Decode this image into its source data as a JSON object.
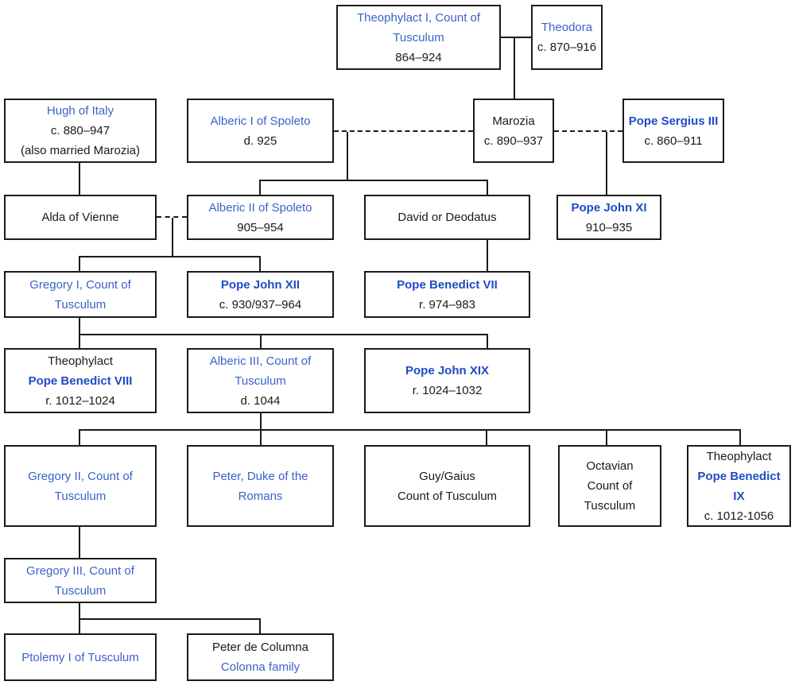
{
  "diagram": {
    "type": "family-tree",
    "subject": "Theophylact family, Counts of Tusculum",
    "colors": {
      "link_blue": "#3a62c8",
      "bold_pope_blue": "#1f4bc4",
      "line_black": "#1a1a1a",
      "background": "#ffffff"
    }
  },
  "nodes": {
    "theophylact1": {
      "lines": [
        "Theophylact I, Count of",
        "Tusculum",
        "864–924"
      ]
    },
    "theodora": {
      "lines": [
        "Theodora",
        "c. 870–916"
      ]
    },
    "hugh": {
      "lines": [
        "Hugh of Italy",
        "c. 880–947",
        "(also married Marozia)"
      ]
    },
    "alberic1": {
      "lines": [
        "Alberic I of Spoleto",
        "d. 925"
      ]
    },
    "marozia": {
      "lines": [
        "Marozia",
        "c. 890–937"
      ]
    },
    "sergius3": {
      "lines": [
        "Pope Sergius III",
        "c. 860–911"
      ]
    },
    "alda": {
      "lines": [
        "Alda of Vienne"
      ]
    },
    "alberic2": {
      "lines": [
        "Alberic II of Spoleto",
        "905–954"
      ]
    },
    "david": {
      "lines": [
        "David or Deodatus"
      ]
    },
    "john11": {
      "lines": [
        "Pope John XI",
        "910–935"
      ]
    },
    "gregory1": {
      "lines": [
        "Gregory I, Count of",
        "Tusculum"
      ]
    },
    "john12": {
      "lines": [
        "Pope John XII",
        "c. 930/937–964"
      ]
    },
    "benedict7": {
      "lines": [
        "Pope Benedict VII",
        "r. 974–983"
      ]
    },
    "benedict8": {
      "lines": [
        "Theophylact",
        "Pope Benedict VIII",
        "r. 1012–1024"
      ]
    },
    "alberic3": {
      "lines": [
        "Alberic III, Count of",
        "Tusculum",
        "d. 1044"
      ]
    },
    "john19": {
      "lines": [
        "Pope John XIX",
        "r. 1024–1032"
      ]
    },
    "gregory2": {
      "lines": [
        "Gregory II, Count of",
        "Tusculum"
      ]
    },
    "peter_duke": {
      "lines": [
        "Peter, Duke of the",
        "Romans"
      ]
    },
    "guy": {
      "lines": [
        "Guy/Gaius",
        "Count of Tusculum"
      ]
    },
    "octavian": {
      "lines": [
        "Octavian",
        "Count of",
        "Tusculum"
      ]
    },
    "benedict9": {
      "lines": [
        "Theophylact",
        "Pope Benedict",
        "IX",
        "c. 1012-1056"
      ]
    },
    "gregory3": {
      "lines": [
        "Gregory III, Count of",
        "Tusculum"
      ]
    },
    "ptolemy": {
      "lines": [
        "Ptolemy I of Tusculum"
      ]
    },
    "peter_columna": {
      "lines": [
        "Peter de Columna",
        "Colonna family"
      ]
    }
  },
  "relationships": {
    "marriages": [
      {
        "a": "Theophylact I, Count of Tusculum",
        "b": "Theodora",
        "style": "solid"
      },
      {
        "a": "Alberic I of Spoleto",
        "b": "Marozia",
        "style": "dashed"
      },
      {
        "a": "Marozia",
        "b": "Pope Sergius III",
        "style": "dashed"
      },
      {
        "a": "Alda of Vienne",
        "b": "Alberic II of Spoleto",
        "style": "dashed"
      }
    ],
    "parent_child": [
      {
        "parents": "Theophylact I + Theodora",
        "children": [
          "Marozia"
        ]
      },
      {
        "parents": "Alberic I of Spoleto + Marozia",
        "children": [
          "Alberic II of Spoleto",
          "David or Deodatus"
        ]
      },
      {
        "parents": "Marozia + Pope Sergius III",
        "children": [
          "Pope John XI"
        ]
      },
      {
        "parents": "Hugh of Italy",
        "children": [
          "Alda of Vienne"
        ]
      },
      {
        "parents": "Alda of Vienne + Alberic II of Spoleto",
        "children": [
          "Gregory I, Count of Tusculum",
          "Pope John XII"
        ]
      },
      {
        "parents": "David or Deodatus",
        "children": [
          "Pope Benedict VII"
        ]
      },
      {
        "parents": "Gregory I, Count of Tusculum",
        "children": [
          "Theophylact (Pope Benedict VIII)",
          "Alberic III, Count of Tusculum",
          "Pope John XIX"
        ]
      },
      {
        "parents": "Alberic III, Count of Tusculum",
        "children": [
          "Gregory II, Count of Tusculum",
          "Peter, Duke of the Romans",
          "Guy/Gaius Count of Tusculum",
          "Octavian Count of Tusculum",
          "Theophylact (Pope Benedict IX)"
        ]
      },
      {
        "parents": "Gregory II, Count of Tusculum",
        "children": [
          "Gregory III, Count of Tusculum"
        ]
      },
      {
        "parents": "Gregory III, Count of Tusculum",
        "children": [
          "Ptolemy I of Tusculum",
          "Peter de Columna (Colonna family)"
        ]
      }
    ]
  }
}
